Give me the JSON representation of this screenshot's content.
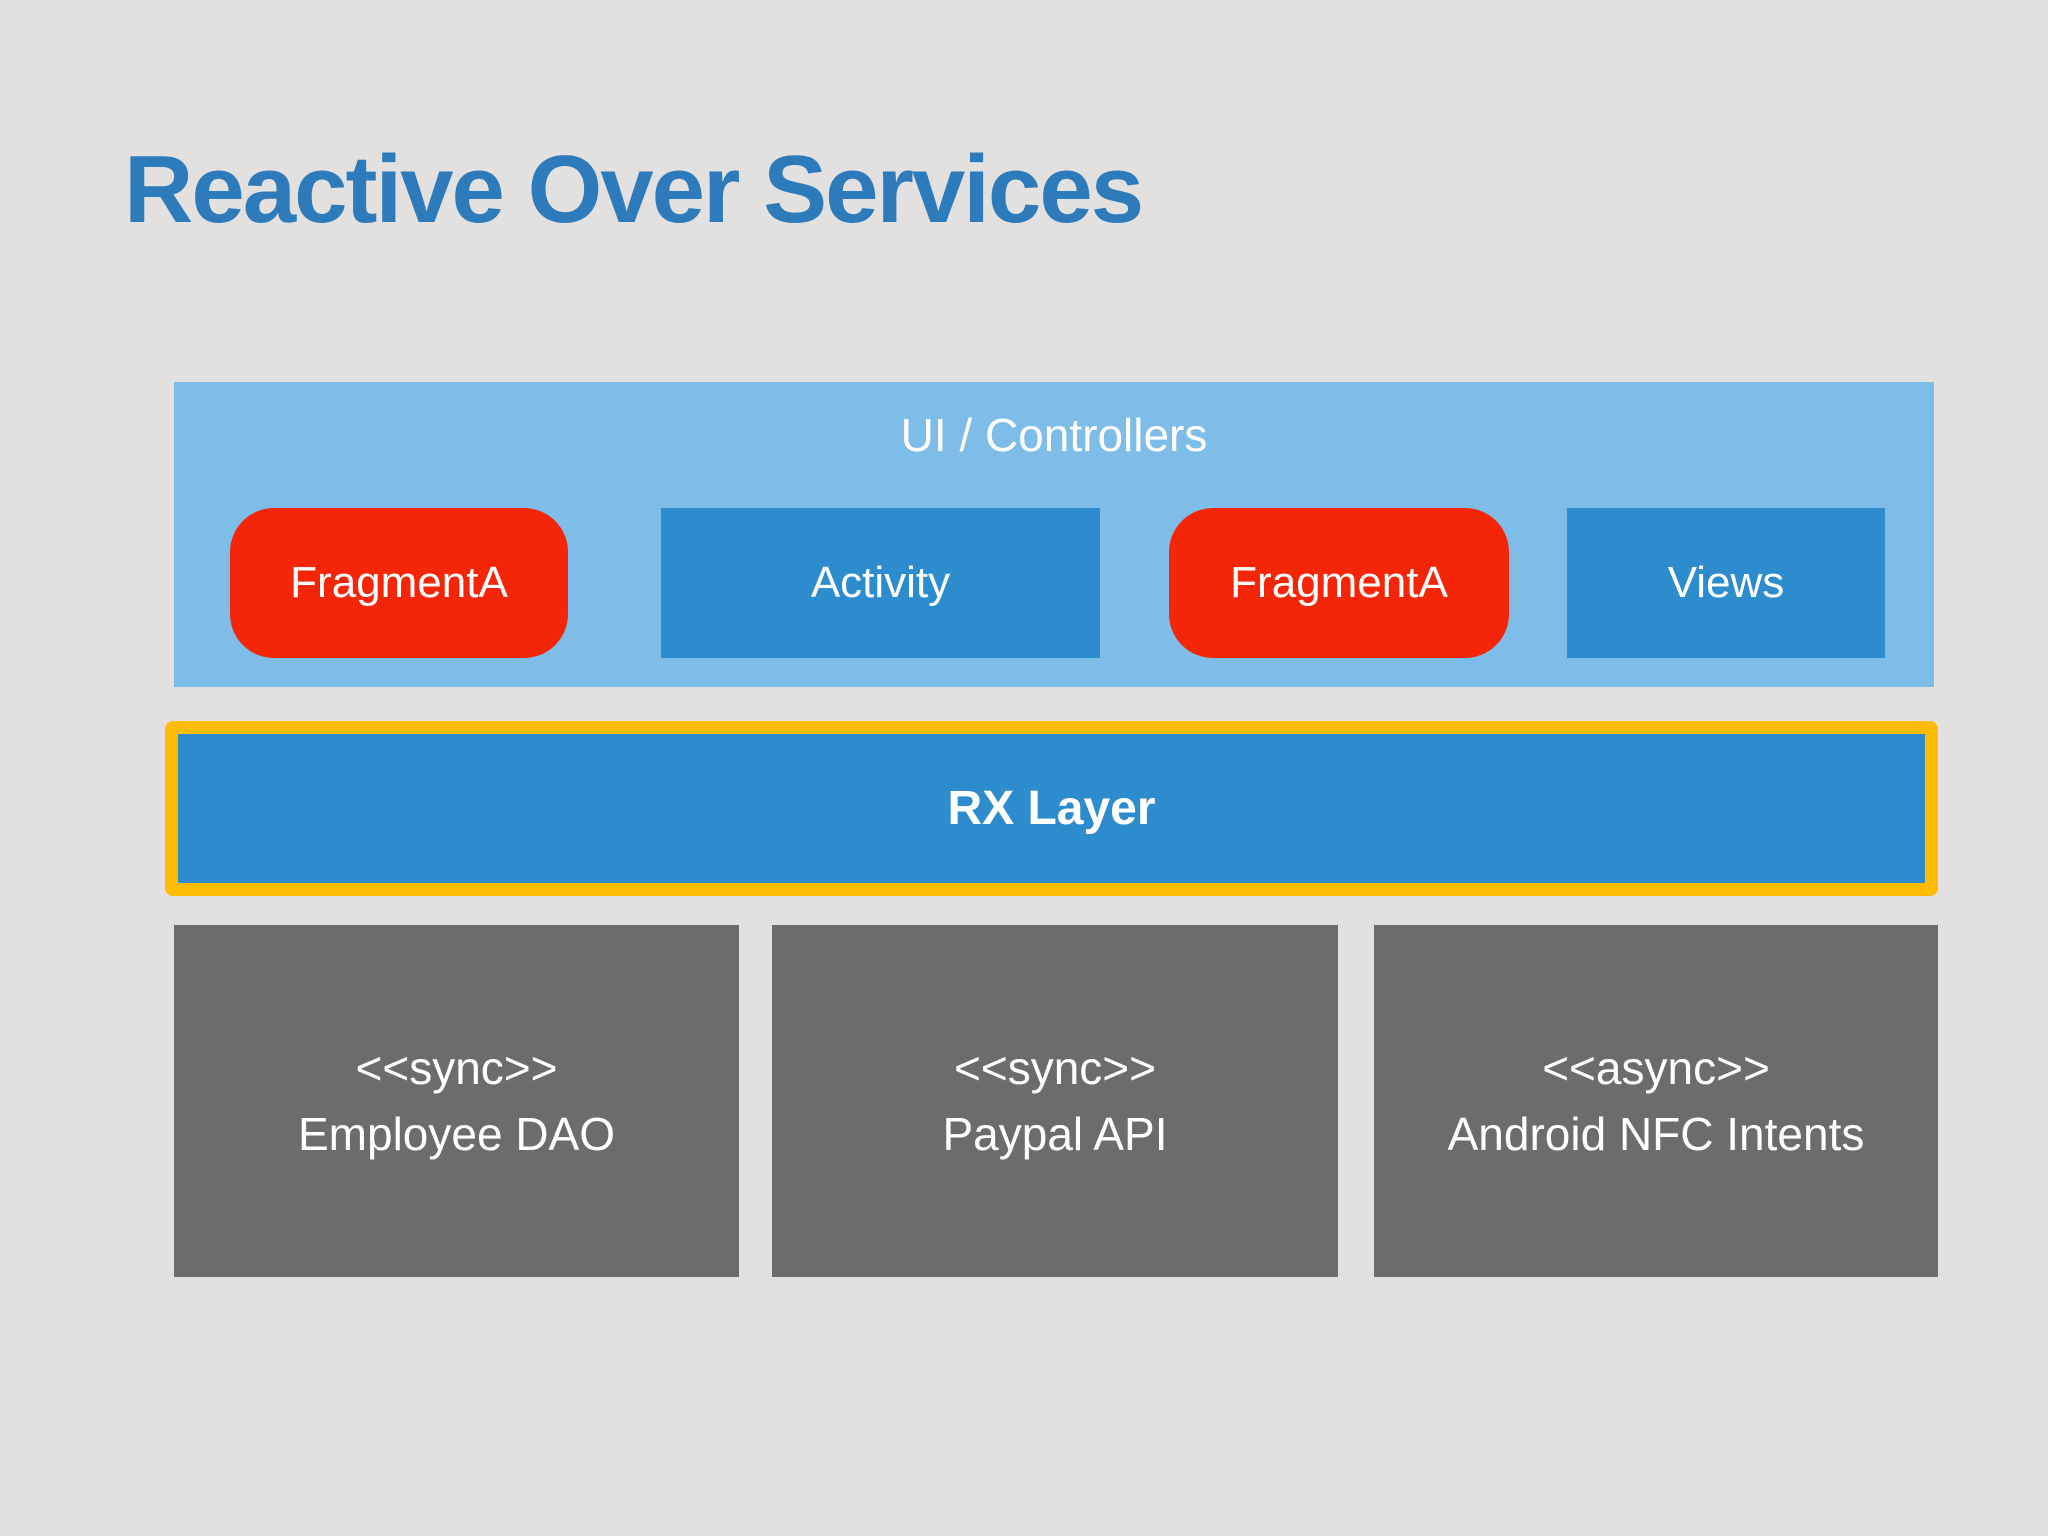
{
  "slide": {
    "title": "Reactive Over Services"
  },
  "ui_controllers": {
    "label": "UI / Controllers",
    "items": [
      {
        "label": "FragmentA",
        "variant": "fragment"
      },
      {
        "label": "Activity",
        "variant": "plain"
      },
      {
        "label": "FragmentA",
        "variant": "fragment"
      },
      {
        "label": "Views",
        "variant": "plain"
      }
    ]
  },
  "rx_layer": {
    "label": "RX Layer"
  },
  "services": [
    {
      "stereotype": "<<sync>>",
      "name": "Employee DAO"
    },
    {
      "stereotype": "<<sync>>",
      "name": "Paypal API"
    },
    {
      "stereotype": "<<async>>",
      "name": "Android NFC Intents"
    }
  ],
  "colors": {
    "background": "#E2E1E0",
    "title_blue": "#2E7BBC",
    "panel_blue": "#7DBDE8",
    "box_blue": "#2D8CCE",
    "red": "#F52507",
    "orange": "#FFBC05",
    "gray": "#6C6C6C",
    "text_white": "#FFFFFF"
  }
}
